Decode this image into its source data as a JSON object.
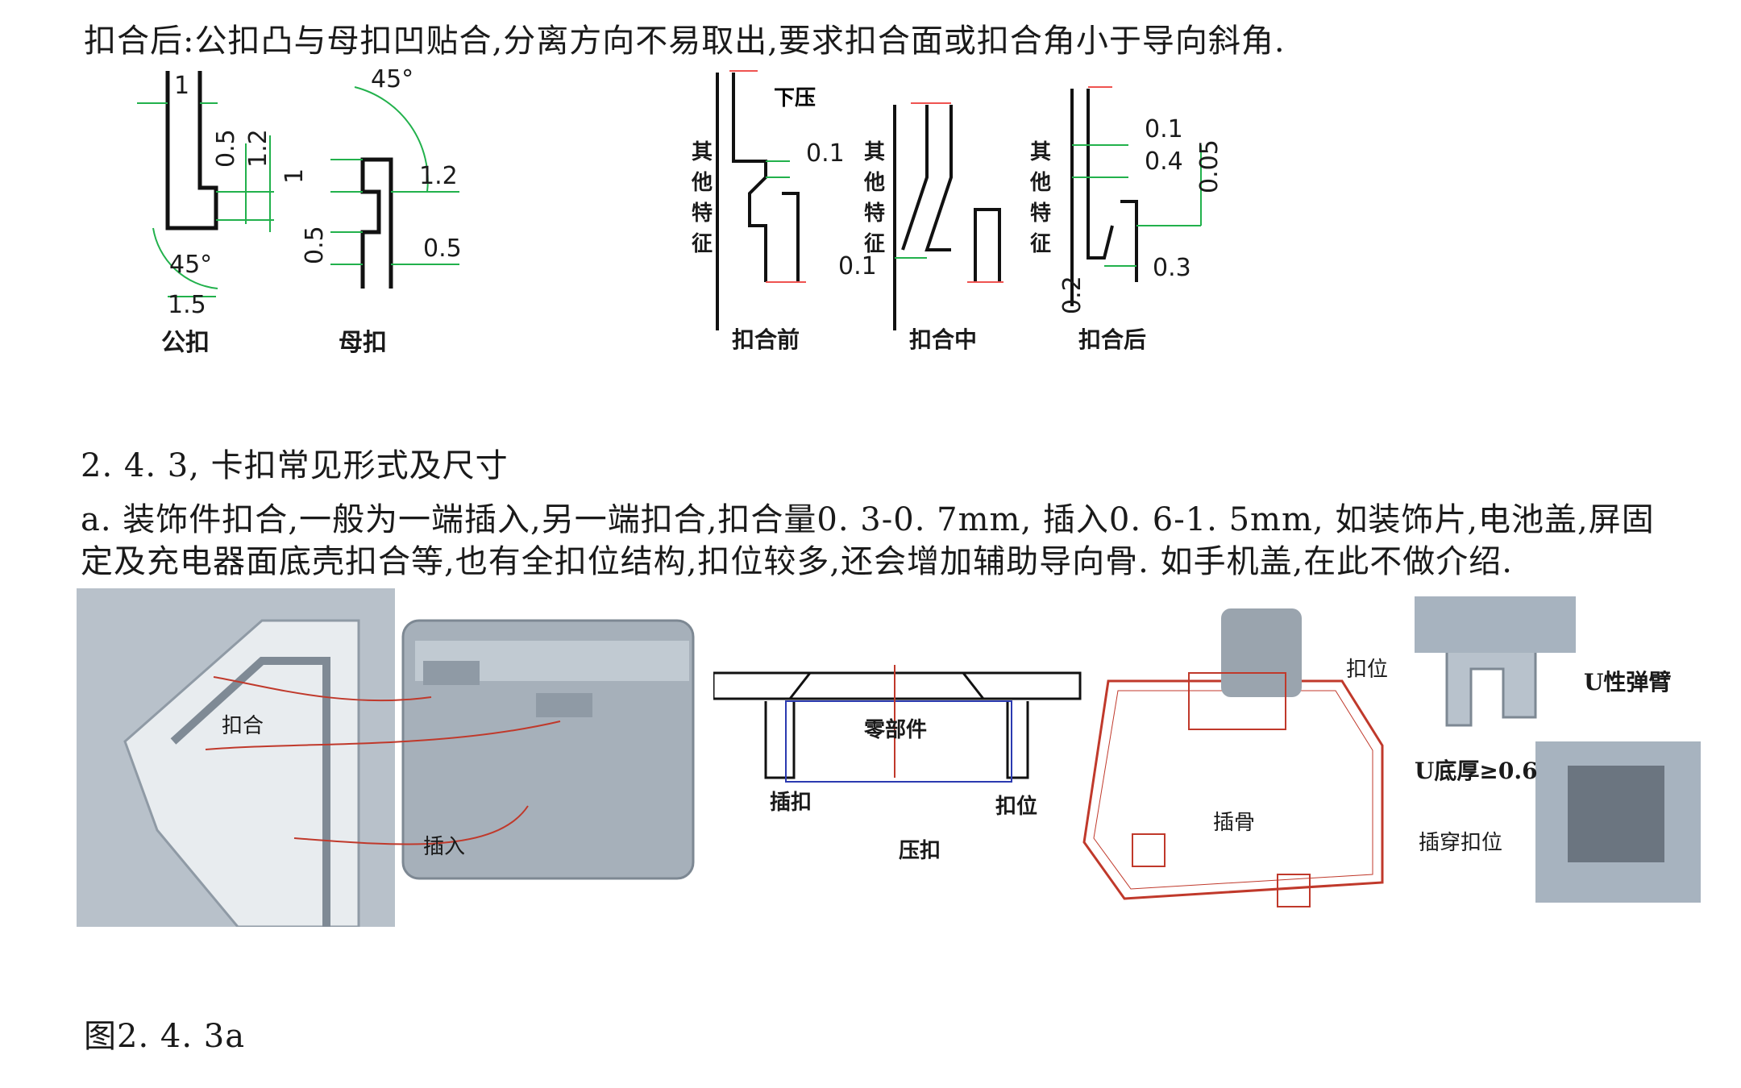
{
  "intro_line": "扣合后:公扣凸与母扣凹贴合,分离方向不易取出,要求扣合面或扣合角小于导向斜角.",
  "fig1": {
    "male_label": "公扣",
    "female_label": "母扣",
    "dims": {
      "w1": "1",
      "d05": "0.5",
      "d12": "1.2",
      "a45_top": "45°",
      "a45_bot": "45°",
      "d15": "1.5",
      "f1": "1",
      "f05": "0.5",
      "f12": "1.2",
      "f05r": "0.5"
    }
  },
  "fig2": {
    "stage_before": "扣合前",
    "stage_middle": "扣合中",
    "stage_after": "扣合后",
    "other_feature": [
      "其",
      "他",
      "特",
      "征"
    ],
    "press_label": "下压",
    "dims": {
      "b01": "0.1",
      "m01": "0.1",
      "a01": "0.1",
      "a04": "0.4",
      "a005": "0.05",
      "a03": "0.3",
      "a02": "0.2"
    }
  },
  "section_heading": "2. 4. 3, 卡扣常见形式及尺寸",
  "para_line1": "a. 装饰件扣合,一般为一端插入,另一端扣合,扣合量0. 3-0. 7mm, 插入0. 6-1. 5mm, 如装饰片,电池盖,屏固",
  "para_line2": "定及充电器面底壳扣合等,也有全扣位结构,扣位较多,还会增加辅助导向骨. 如手机盖,在此不做介绍.",
  "photo1": {
    "label_kouhe": "扣合",
    "label_charu": "插入"
  },
  "diagram2": {
    "part": "零部件",
    "insert": "插扣",
    "latch": "扣位",
    "press": "压扣"
  },
  "diagram3": {
    "latch": "扣位",
    "rib": "插骨"
  },
  "photo4": {
    "u_arm": "U性弹臂",
    "u_thick": "U底厚≥0.6",
    "through": "插穿扣位"
  },
  "figure_caption": "图2. 4. 3a",
  "colors": {
    "dim_green": "#22b14c",
    "red_line": "#c0392b",
    "part_grey": "#a7b3bf"
  }
}
